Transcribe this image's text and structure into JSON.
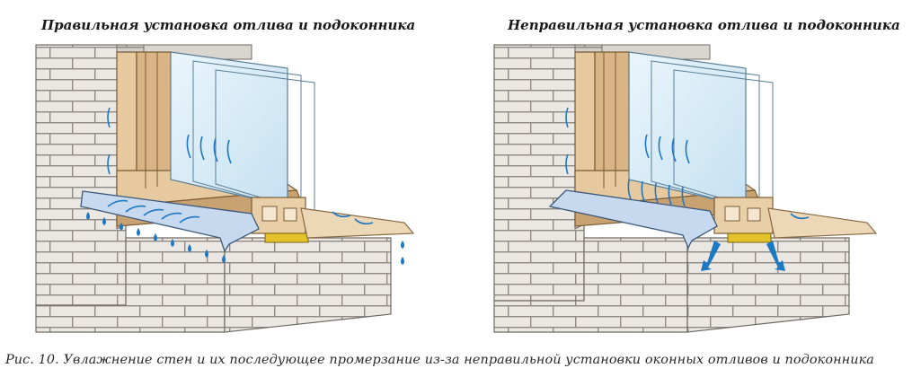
{
  "titles": {
    "left": "Правильная установка отлива и подоконника",
    "right": "Неправильная установка отлива и подоконника"
  },
  "caption": "Рис. 10. Увлажнение стен и их последующее промерзание из-за неправильной установки оконных отливов и подоконника",
  "icons": {
    "water_arrow": "water-flow-arrow-icon",
    "water_drop": "water-drop-icon",
    "air_arrow": "air-flow-arrow-icon"
  },
  "colors": {
    "brick": "#e9e6e1",
    "brick_shadow": "#cfcbc5",
    "mortar": "#9a958f",
    "frame": "#e2c49a",
    "frame_dark": "#b48a58",
    "glass": "#d6ecf7",
    "drip_edge": "#c7d9ee",
    "sill": "#ecd7b6",
    "seal": "#e2c12a",
    "water": "#1d78c4"
  }
}
